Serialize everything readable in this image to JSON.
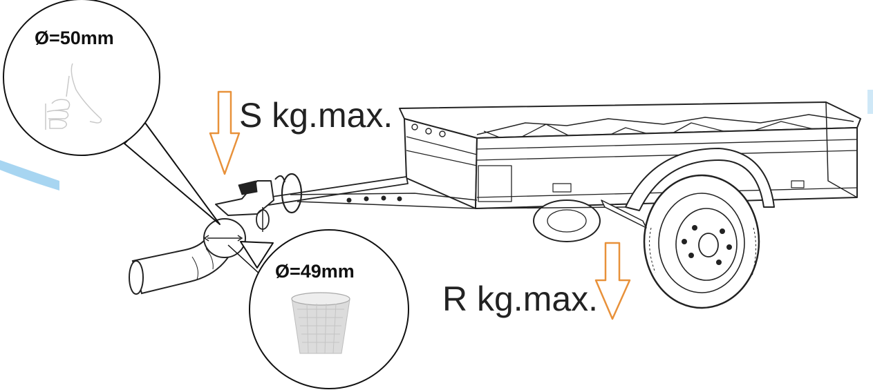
{
  "labels": {
    "support_load": "S kg.max.",
    "axle_load": "R kg.max.",
    "ball_diameter": "Ø=50mm",
    "coupling_diameter": "Ø=49mm"
  },
  "icons": {
    "thumb": "thumbs-up-icon",
    "cup": "mesh-cup-icon",
    "arrow": "down-arrow-icon"
  },
  "colors": {
    "arrow": "#e8913a",
    "line": "#222222",
    "accent": "#2a8fd6"
  }
}
